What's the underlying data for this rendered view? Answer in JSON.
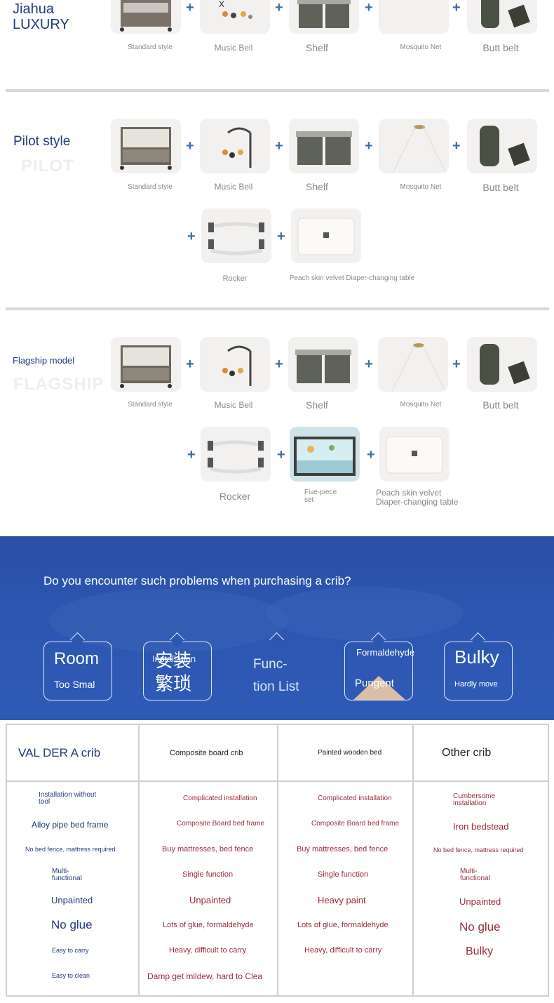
{
  "luxury": {
    "title": "Jiahua",
    "subtitle": "LUXURY",
    "captions": [
      "Standard style",
      "Music Bell",
      "Shelf",
      "Mosquito Net",
      "Butt belt"
    ],
    "mobile_mark": "X"
  },
  "pilot": {
    "title": "Pilot style",
    "subtitle": "PILOT",
    "captions_row1": [
      "Standard style",
      "Music Bell",
      "Shelf",
      "Mosquito Net",
      "Butt belt"
    ],
    "captions_row2": [
      "Rocker",
      "Peach skin velvet Diaper-changing table"
    ]
  },
  "flagship": {
    "title": "Flagship model",
    "subtitle": "FLAGSHIP",
    "captions_row1": [
      "Standard style",
      "Music Bell",
      "Shelf",
      "Mosquito Net",
      "Butt belt"
    ],
    "captions_row2": [
      "Rocker",
      "Five-piece set",
      "Peach skin velvet Diaper-changing table"
    ]
  },
  "plus_sign": "+",
  "banner": {
    "question": "Do you encounter such problems when purchasing a crib?",
    "problems": [
      {
        "big": "Room",
        "small": "Too Smal"
      },
      {
        "big": "安装繁琐",
        "small": "Installation"
      },
      {
        "big": "Func-tion List",
        "small": ""
      },
      {
        "big": "Formaldehyde",
        "small": "Pungent"
      },
      {
        "big": "Bulky",
        "small": "Hardly move"
      }
    ]
  },
  "comparison": {
    "headers": [
      "VAL DER A crib",
      "Composite board crib",
      "Painted wooden bed",
      "Other crib"
    ],
    "col1": [
      "Installation without tool",
      "Alloy pipe bed frame",
      "No bed fence, mattress required",
      "Multi-functional",
      "Unpainted",
      "No glue",
      "Easy to carry",
      "Easy to clean"
    ],
    "col2": [
      "Complicated installation",
      "Composite Board bed frame",
      "Buy mattresses, bed fence",
      "Single function",
      "Unpainted",
      "Lots of glue, formaldehyde",
      "Heavy, difficult to carry",
      "Damp get mildew, hard to Clea"
    ],
    "col3": [
      "Complicated installation",
      "Composite Board bed frame",
      "Buy mattresses, bed fence",
      "Single function",
      "Heavy paint",
      "Lots of glue, formaldehyde",
      "Heavy, difficult to carry"
    ],
    "col4": [
      "Cumbersome installation",
      "Iron bedstead",
      "No bed fence, mattress required",
      "Multi-functional",
      "Unpainted",
      "No glue",
      "Bulky"
    ]
  },
  "colors": {
    "title_blue": "#1f3c7a",
    "plus_blue": "#3a6ea8",
    "banner_blue": "#2c56b0",
    "negative_red": "#9b2a3e"
  }
}
